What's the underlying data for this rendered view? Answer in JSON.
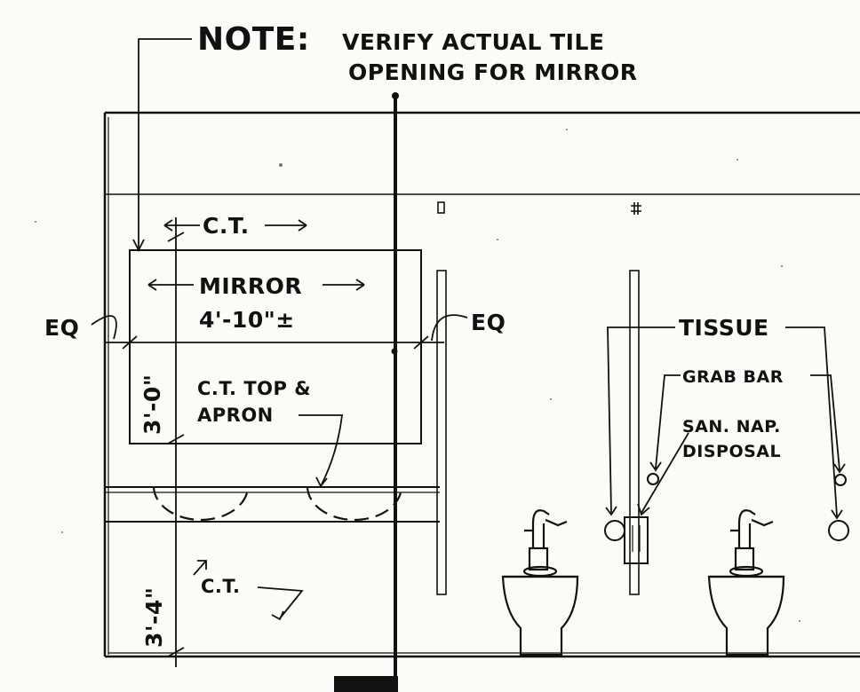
{
  "note": {
    "prefix": "NOTE:",
    "line1": "VERIFY ACTUAL TILE",
    "line2": "OPENING FOR MIRROR"
  },
  "labels": {
    "ct_top": "C.T.",
    "mirror": "MIRROR",
    "mirror_size": "4'-10\"±",
    "eq_left": "EQ",
    "eq_right": "EQ",
    "mirror_height": "3'-0\"",
    "top_apron_line1": "C.T. TOP &",
    "top_apron_line2": "APRON",
    "counter_height": "3'-4\"",
    "ct_bottom": "C.T.",
    "tissue": "TISSUE",
    "grab_bar": "GRAB BAR",
    "san_nap_line1": "SAN. NAP.",
    "san_nap_line2": "DISPOSAL"
  },
  "colors": {
    "ink": "#111111",
    "paper": "#fbfbf8"
  }
}
